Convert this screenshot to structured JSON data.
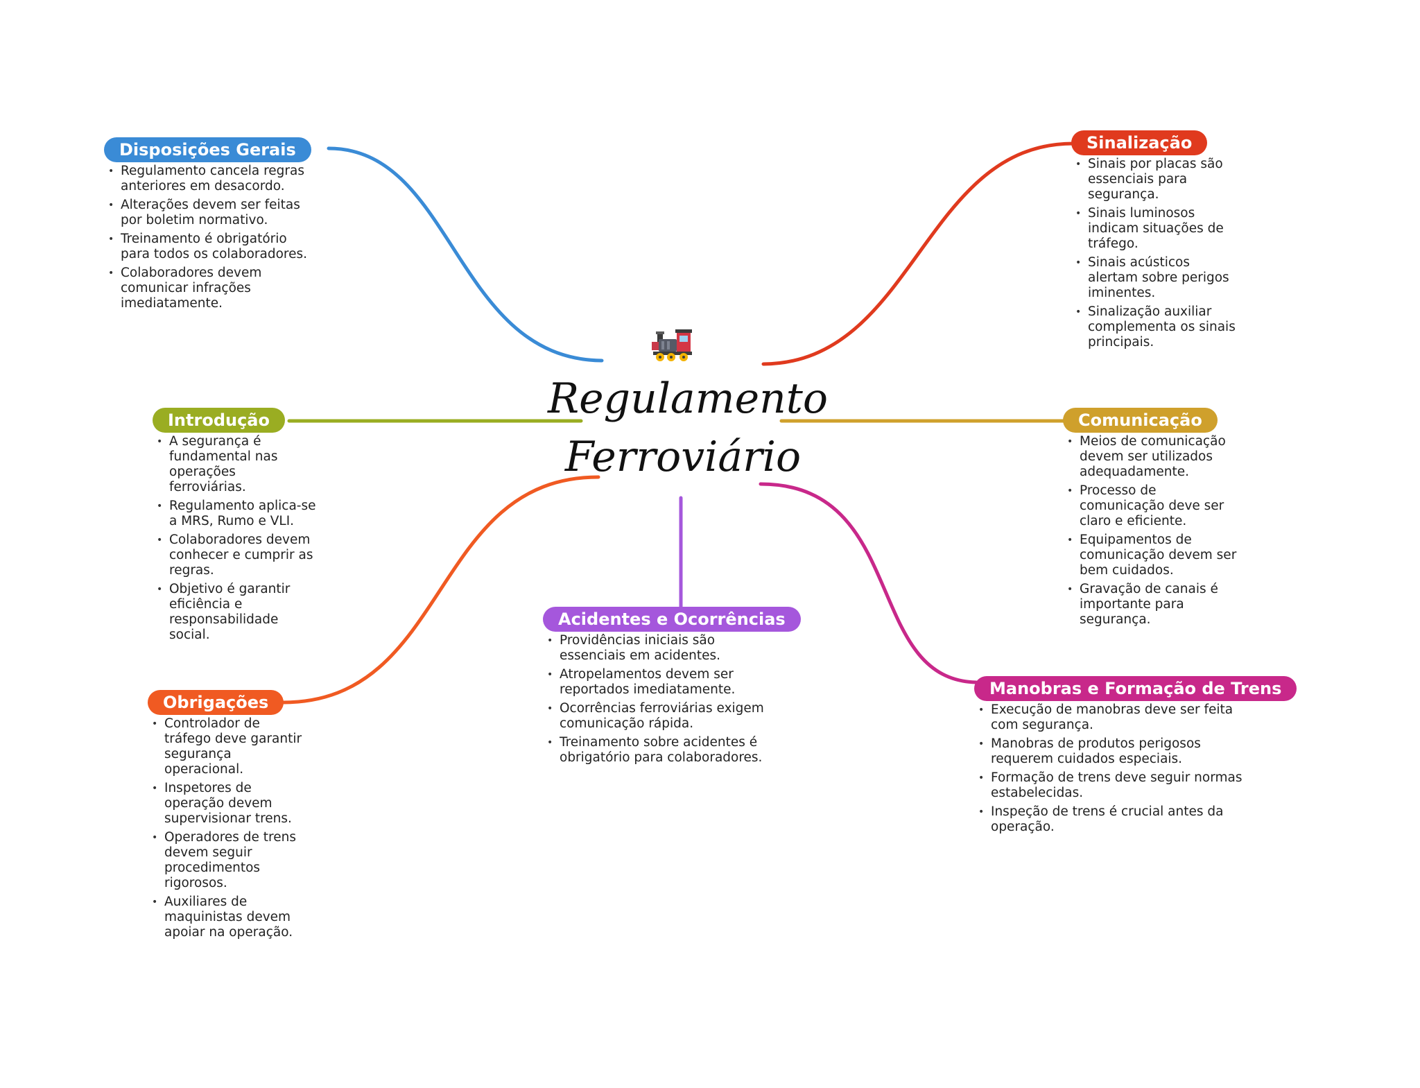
{
  "central": {
    "title": "Regulamento\nFerroviário",
    "icon": "locomotive-icon"
  },
  "branches": [
    {
      "id": "disposicoes",
      "title": "Disposições Gerais",
      "color": "#3a8bd6",
      "notes": [
        "Regulamento cancela regras\nanteriores em desacordo.",
        "Alterações devem ser feitas\npor boletim normativo.",
        "Treinamento é obrigatório\npara todos os colaboradores.",
        "Colaboradores devem\ncomunicar infrações\nimediatamente."
      ]
    },
    {
      "id": "introducao",
      "title": "Introdução",
      "color": "#9aad22",
      "notes": [
        "A segurança é\nfundamental nas\noperações\nferroviárias.",
        "Regulamento aplica-se\na MRS, Rumo e VLI.",
        "Colaboradores devem\nconhecer e cumprir as\nregras.",
        "Objetivo é garantir\neficiência e\nresponsabilidade\nsocial."
      ]
    },
    {
      "id": "obrigacoes",
      "title": "Obrigações",
      "color": "#f05a22",
      "notes": [
        "Controlador de\ntráfego deve garantir\nsegurança\noperacional.",
        "Inspetores de\noperação devem\nsupervisionar trens.",
        "Operadores de trens\ndevem seguir\nprocedimentos\nrigorosos.",
        "Auxiliares de\nmaquinistas devem\napoiar na operação."
      ]
    },
    {
      "id": "acidentes",
      "title": "Acidentes e Ocorrências",
      "color": "#a557dc",
      "notes": [
        "Providências iniciais são\nessenciais em acidentes.",
        "Atropelamentos devem ser\nreportados imediatamente.",
        "Ocorrências ferroviárias exigem\ncomunicação rápida.",
        "Treinamento sobre acidentes é\nobrigatório para colaboradores."
      ]
    },
    {
      "id": "sinalizacao",
      "title": "Sinalização",
      "color": "#e03a1e",
      "notes": [
        "Sinais por placas são\nessenciais para\nsegurança.",
        "Sinais luminosos\nindicam situações de\ntráfego.",
        "Sinais acústicos\nalertam sobre perigos\niminentes.",
        "Sinalização auxiliar\ncomplementa os sinais\nprincipais."
      ]
    },
    {
      "id": "comunicacao",
      "title": "Comunicação",
      "color": "#cfa02c",
      "notes": [
        "Meios de comunicação\ndevem ser utilizados\nadequadamente.",
        "Processo de\ncomunicação deve ser\nclaro e eficiente.",
        "Equipamentos de\ncomunicação devem ser\nbem cuidados.",
        "Gravação de canais é\nimportante para\nsegurança."
      ]
    },
    {
      "id": "manobras",
      "title": "Manobras e Formação de Trens",
      "color": "#c8288a",
      "notes": [
        "Execução de manobras deve ser feita\ncom segurança.",
        "Manobras de produtos perigosos\nrequerem cuidados especiais.",
        "Formação de trens deve seguir normas\nestabelecidas.",
        "Inspeção de trens é crucial antes da\noperação."
      ]
    }
  ]
}
